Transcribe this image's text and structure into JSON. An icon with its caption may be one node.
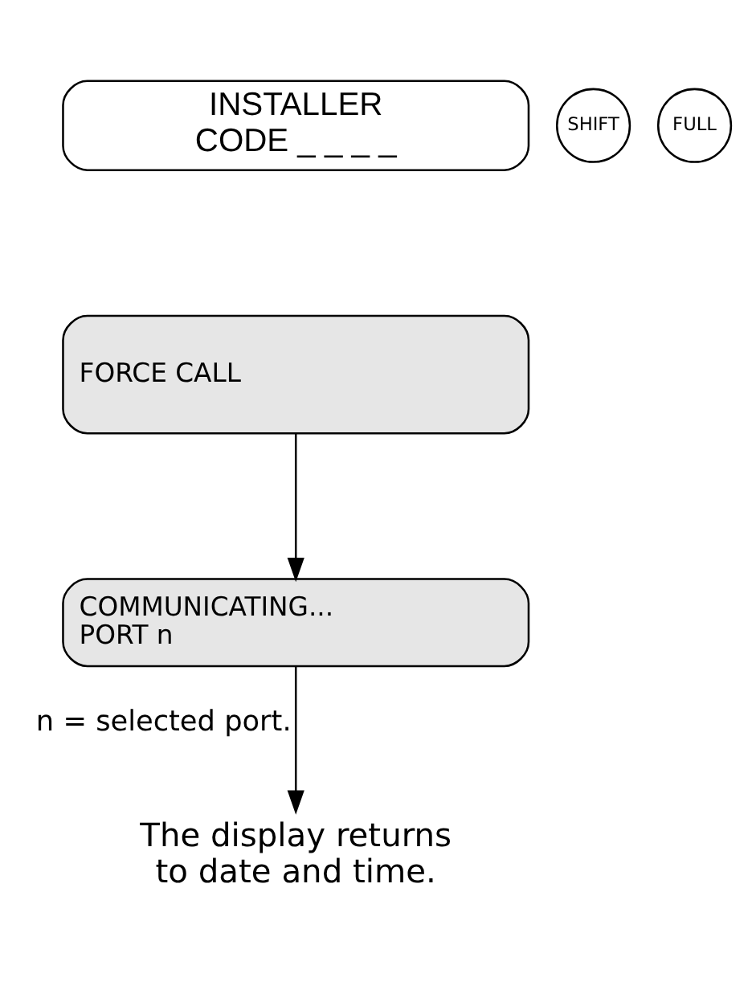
{
  "diagram": {
    "nodes": [
      {
        "text": [
          "INSTALLER CODE _ _ _ _"
        ]
      },
      {
        "text": [
          "SHIFT"
        ]
      },
      {
        "text": [
          "FULL"
        ]
      },
      {
        "text": [
          "FORCE CALL"
        ]
      },
      {
        "text": [
          "COMMUNICATING... PORT n"
        ]
      },
      {
        "text": [
          "The display returns to date and time."
        ]
      }
    ],
    "edges": [
      {
        "from": 3,
        "to": 4,
        "arrow": "to"
      },
      {
        "from": 4,
        "to": 5,
        "arrow": "to",
        "label": "n = selected port."
      }
    ]
  }
}
